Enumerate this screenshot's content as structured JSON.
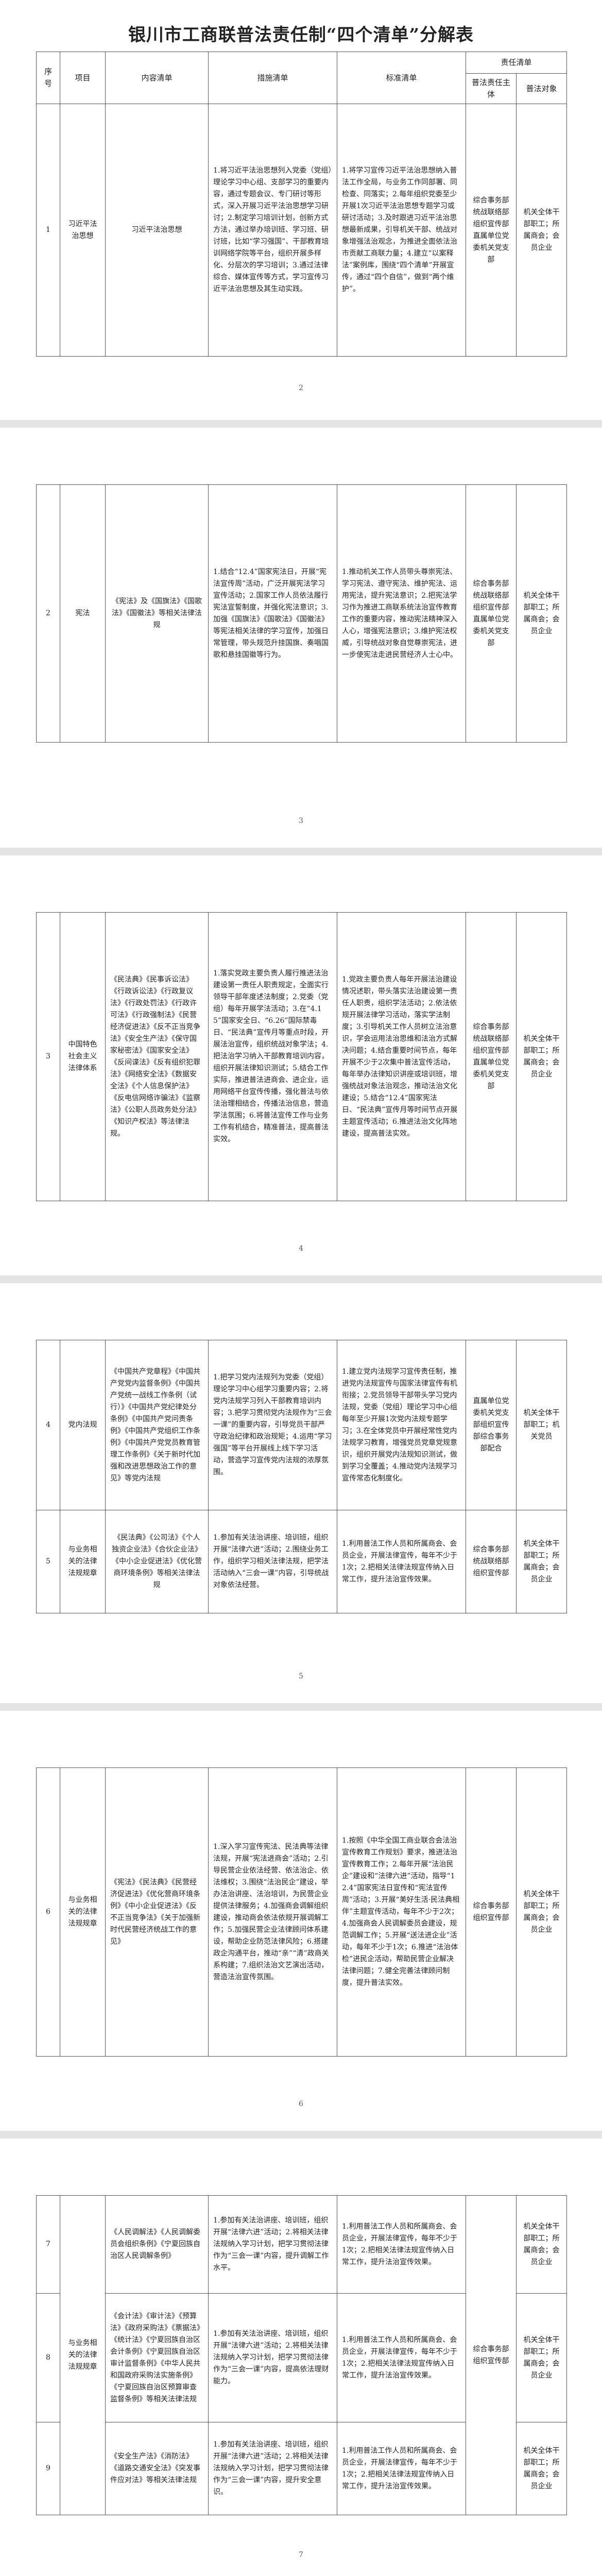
{
  "title": "银川市工商联普法责任制“四个清单”分解表",
  "headers": {
    "seq": "序号",
    "item": "项目",
    "content": "内容清单",
    "measure": "措施清单",
    "standard": "标准清单",
    "resp": "责任清单",
    "subject": "普法责任主体",
    "target": "普法对象"
  },
  "pages": [
    {
      "number": "2",
      "rows": [
        {
          "seq": "1",
          "item": "习近平法治思想",
          "content": "习近平法治思想",
          "measure": "1.将习近平法治思想列入党委（党组）理论学习中心组、支部学习的重要内容，通过专题会议、专门研讨等形式，深入开展习近平法治思想学习研讨；2.制定学习培训计划，创新方式方法，通过举办培训班、学习班、研讨班，比如“学习强国”、干部教育培训网络学院等平台，组织开展多样化、分层次的学习培训；3.通过法律综合、媒体宣传等方式，学习宣传习近平法治思想及其生动实践。",
          "standard": "1.将学习宣传习近平法治思想纳入普法工作全局，与业务工作同部署、同检查、同落实；2.每年组织党委至少开展1次习近平法治思想专题学习或研讨活动；3.及时跟进习近平法治思想最新成果，引导机关干部、统战对象增强法治观念，为推进全面依法治市贡献工商联力量；4.建立“以案释法”案例库，围绕“四个清单”开展宣传，通过“四个自信”，做到“两个维护”。",
          "subject": "综合事务部统战联络部组织宣传部直属单位党委机关党支部",
          "target": "机关全体干部职工；所属商会；会员企业"
        }
      ]
    },
    {
      "number": "3",
      "rows": [
        {
          "seq": "2",
          "item": "宪法",
          "content": "《宪法》及《国旗法》《国歌法》《国徽法》等相关法律法规",
          "measure": "1.结合“12.4”国家宪法日，开展“宪法宣传周”活动，广泛开展宪法学习宣传活动；2.国家工作人员依法履行宪法宣誓制度，并强化宪法意识；3.加强《国旗法》《国歌法》《国徽法》等宪法相关法律的学习宣传，加强日常管理，带头规范升挂国旗、奏唱国歌和悬挂国徽等行为。",
          "standard": "1.推动机关工作人员带头尊崇宪法、学习宪法、遵守宪法、维护宪法、运用宪法，提升宪法意识；2.把宪法学习作为推进工商联系统法治宣传教育工作的重要内容，推动宪法精神深入人心，增强宪法意识；3.维护宪法权威，引导统战对象自觉尊崇宪法，进一步使宪法走进民营经济人士心中。",
          "subject": "综合事务部统战联络部组织宣传部直属单位党委机关党支部",
          "target": "机关全体干部职工；所属商会；会员企业"
        }
      ]
    },
    {
      "number": "4",
      "rows": [
        {
          "seq": "3",
          "item": "中国特色社会主义法律体系",
          "content": "《民法典》《民事诉讼法》《行政诉讼法》《行政复议法》《行政处罚法》《行政许可法》《行政强制法》《民营经济促进法》《反不正当竞争法》《安全生产法》《保守国家秘密法》《国家安全法》《反间谍法》《反有组织犯罪法》《网络安全法》《数据安全法》《个人信息保护法》《反电信网络诈骗法》《监察法》《公职人员政务处分法》《知识产权法》等法律法规。",
          "measure": "1.落实党政主要负责人履行推进法治建设第一责任人职责规定，全面实行领导干部年度述法制度；2.党委（党组）每年开展学法活动；3.在“4.15”国家安全日、“6.26”国际禁毒日、“民法典”宣传月等重点时段，开展法治宣传，组织统战对象学法；4.把法治学习纳入干部教育培训内容，组织开展法律知识测试；5.结合工作实际，推进普法进商会、进企业，运用网络平台宣传传播，强化普法与依法治理相结合，传播法治信息，营造学法氛围；6.将普法宣传工作与业务工作有机结合，精准普法，提高普法实效。",
          "standard": "1.党政主要负责人每年开展法治建设情况述职，带头落实法治建设第一责任人职责，组织学法活动；2.依法依规开展法律学习活动，落实学法制度；3.引导机关工作人员树立法治意识，学会运用法治思维和法治方式解决问题；4.结合重要时间节点，每年开展不少于2次集中普法宣传活动，每年举办法律知识讲座或培训班，增强统战对象法治观念，推动法治文化建设；5.结合“12.4”国家宪法日、“民法典”宣传月等时间节点开展主题宣传活动；6.推进法治文化阵地建设，提高普法实效。",
          "subject": "综合事务部统战联络部组织宣传部直属单位党委机关党支部",
          "target": "机关全体干部职工；所属商会；会员企业"
        }
      ]
    },
    {
      "number": "5",
      "rows": [
        {
          "seq": "4",
          "item": "党内法规",
          "content": "《中国共产党章程》《中国共产党党内监督条例》《中国共产党统一战线工作条例（试行）》《中国共产党纪律处分条例》《中国共产党问责条例》《中国共产党组织工作条例》《中国共产党党员教育管理工作条例》《关于新时代加强和改进思想政治工作的意见》等党内法规",
          "measure": "1.把学习党内法规列为党委（党组）理论学习中心组学习重要内容；2.将党内法规学习列入干部教育培训内容；3.把学习贯彻党内法规作为“三会一课”的重要内容，引导党员干部严守政治纪律和政治规矩；4.运用“学习强国”等平台开展线上线下学习活动，营造学习宣传党内法规的浓厚氛围。",
          "standard": "1.建立党内法规学习宣传责任制，推进党内法规宣传与国家法律宣传有机衔接；2.党员领导干部带头学习党内法规，党委（党组）理论学习中心组每年至少开展1次党内法规专题学习；3.在全体党员中开展经常性党内法规学习教育，增强党员党章党规意识，组织开展党内法规知识测试，做到学习全覆盖；4.推动党内法规学习宣传常态化制度化。",
          "subject": "直属单位党委机关党支部组织宣传部综合事务部配合",
          "target": "机关全体干部职工；机关党员"
        },
        {
          "seq": "5",
          "item": "与业务相关的法律法规规章",
          "content": "《民法典》《公司法》《个人独资企业法》《合伙企业法》《中小企业促进法》《优化营商环境条例》等相关法律法规",
          "measure": "1.参加有关法治讲座、培训班，组织开展“法律六进”活动；2.围绕业务工作，组织学习相关法律法规，把学法活动纳入“三会一课”内容，引导统战对象依法经营。",
          "standard": "1.利用普法工作人员和所属商会、会员企业，开展法律宣传，每年不少于1次；2.把相关法律法规宣传纳入日常工作，提升法治宣传效果。",
          "subject": "综合事务部统战联络部组织宣传部",
          "target": "机关全体干部职工；所属商会；会员企业"
        }
      ]
    },
    {
      "number": "6",
      "rows": [
        {
          "seq": "6",
          "item": "与业务相关的法律法规规章",
          "content": "《宪法》《民法典》《民营经济促进法》《优化营商环境条例》《中小企业促进法》《反不正当竞争法》《关于加强新时代民营经济统战工作的意见》",
          "measure": "1.深入学习宣传宪法、民法典等法律法规，开展“宪法进商会”活动；2.引导民营企业依法经营、依法治企、依法维权；3.围绕“法治民企”建设，举办法治讲座、法治培训，为民营企业提供法律服务；4.加强商会调解组织建设，推动商会依法依规开展调解工作；5.加强民营企业法律顾问体系建设，帮助企业防范法律风险；6.搭建政企沟通平台，推动“亲”“清”政商关系构建；7.组织法治文艺演出活动，营造法治宣传氛围。",
          "standard": "1.按照《中华全国工商业联合会法治宣传教育工作规划》要求，推进法治宣传教育工作；2.每年开展“法治民企”建设和“法律六进”活动，指导“12.4”国家宪法日宣传和“宪法宣传周”活动；3.开展“美好生活·民法典相伴”主题宣传活动，每年不少于2次；4.加强商会人民调解委员会建设，规范调解工作；5.开展“送法进企业”活动，每年不少于1次；6.推进“法治体检”进民企活动，帮助民营企业解决法律问题；7.健全完善法律顾问制度，提升普法实效。",
          "subject": "综合事务部组织宣传部",
          "target": "机关全体干部职工；所属商会；会员企业"
        }
      ]
    },
    {
      "number": "7",
      "rows": [
        {
          "seq": "7",
          "item": "",
          "content": "《人民调解法》《人民调解委员会组织条例》《宁夏回族自治区人民调解条例》",
          "measure": "1.参加有关法治讲座、培训班，组织开展“法律六进”活动；2.将相关法律法规纳入学习计划，把学习贯彻法律作为“三会一课”内容，提升调解工作水平。",
          "standard": "1.利用普法工作人员和所属商会、会员企业，开展法律宣传，每年不少于1次；2.把相关法律法规宣传纳入日常工作，提升法治宣传效果。",
          "subject": "",
          "target": "机关全体干部职工；所属商会；会员企业"
        },
        {
          "seq": "8",
          "item": "与业务相关的法律法规规章",
          "content": "《会计法》《审计法》《预算法》《政府采购法》《票据法》《统计法》《宁夏回族自治区会计条例》《宁夏回族自治区审计监督条例》《中华人民共和国政府采购法实施条例》《宁夏回族自治区预算审查监督条例》等相关法律法规",
          "measure": "1.参加有关法治讲座、培训班，组织开展“法律六进”活动；2.将相关法律法规纳入学习计划，把学习贯彻法律作为“三会一课”内容，提高依法理财能力。",
          "standard": "1.利用普法工作人员和所属商会、会员企业，开展法律宣传，每年不少于1次；2.把相关法律法规宣传纳入日常工作，提升法治宣传效果。",
          "subject": "综合事务部组织宣传部",
          "target": "机关全体干部职工；所属商会；会员企业"
        },
        {
          "seq": "9",
          "item": "",
          "content": "《安全生产法》《消防法》《道路交通安全法》《突发事件应对法》等相关法律法规",
          "measure": "1.参加有关法治讲座、培训班，组织开展“法律六进”活动；2.将相关法律法规纳入学习计划，把学习贯彻法律作为“三会一课”内容，提升安全意识。",
          "standard": "1.利用普法工作人员和所属商会、会员企业，开展法律宣传，每年不少于1次；2.把相关法律法规宣传纳入日常工作，提升法治宣传效果。",
          "subject": "",
          "target": "机关全体干部职工；所属商会；会员企业"
        }
      ]
    }
  ]
}
